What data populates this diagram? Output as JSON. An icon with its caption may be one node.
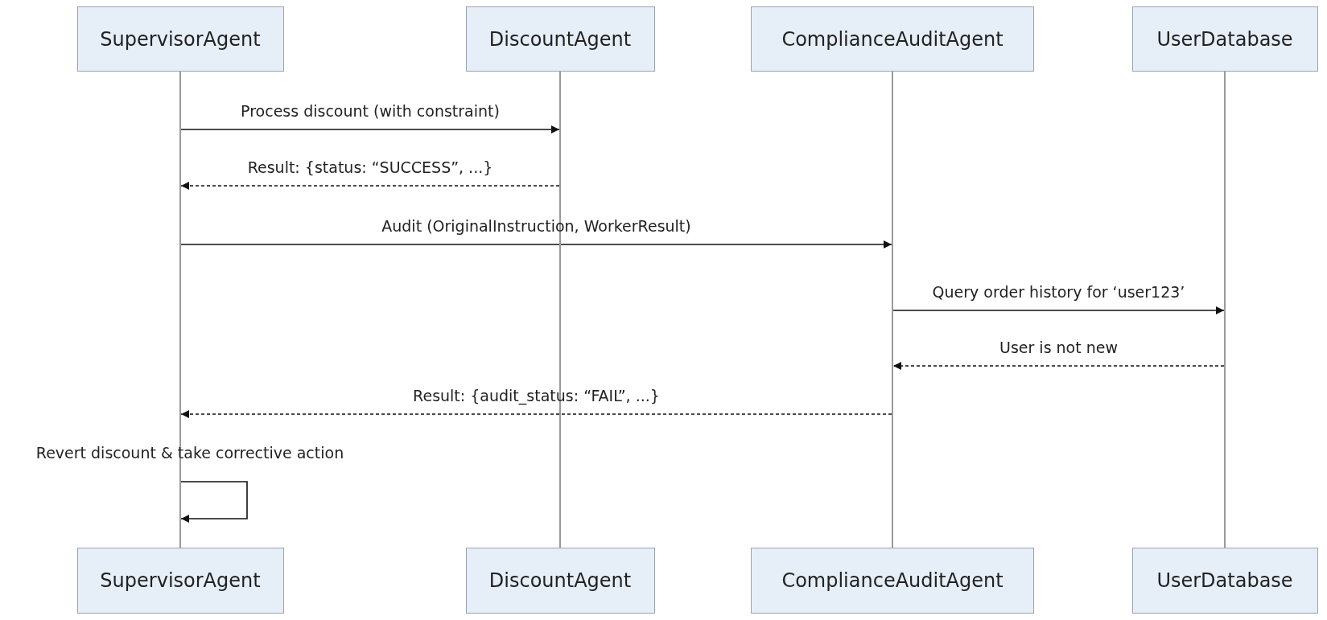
{
  "diagram": {
    "nodes": [
      {
        "text": [
          "SupervisorAgent"
        ]
      },
      {
        "text": [
          "DiscountAgent"
        ]
      },
      {
        "text": [
          "ComplianceAuditAgent"
        ]
      },
      {
        "text": [
          "UserDatabase"
        ]
      },
      {
        "text": [],
        "shape": "line"
      },
      {
        "text": [],
        "shape": "line"
      },
      {
        "text": [],
        "shape": "line"
      },
      {
        "text": [],
        "shape": "line"
      },
      {
        "text": [
          "SupervisorAgent"
        ]
      },
      {
        "text": [
          "DiscountAgent"
        ]
      },
      {
        "text": [
          "ComplianceAuditAgent"
        ]
      },
      {
        "text": [
          "UserDatabase"
        ]
      }
    ],
    "edges": [
      {
        "from": 4,
        "to": 5,
        "arrow": "to",
        "label": "Process discount (with constraint)"
      },
      {
        "from": 5,
        "to": 4,
        "arrow": "to",
        "label": "Result: {status: “SUCCESS”, ...}",
        "style": "dashed"
      },
      {
        "from": 4,
        "to": 6,
        "arrow": "to",
        "label": "Audit (OriginalInstruction, WorkerResult)"
      },
      {
        "from": 6,
        "to": 7,
        "arrow": "to",
        "label": "Query order history for ‘user123’"
      },
      {
        "from": 7,
        "to": 6,
        "arrow": "to",
        "label": "User is not new",
        "style": "dashed"
      },
      {
        "from": 6,
        "to": 4,
        "arrow": "to",
        "label": "Result: {audit_status: “FAIL”, ...}",
        "style": "dashed"
      },
      {
        "from": 4,
        "to": 4,
        "arrow": "to",
        "label": "Revert discount & take corrective action"
      }
    ]
  }
}
